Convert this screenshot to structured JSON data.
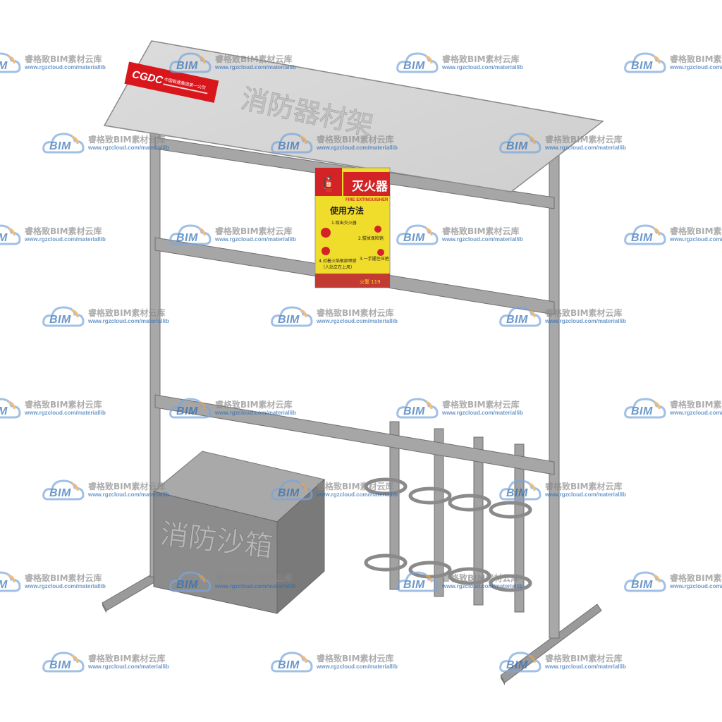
{
  "roof_sign": {
    "logo_text": "CGDC",
    "company_name": "中国能建集团第一公司",
    "title": "消防器材架"
  },
  "extinguisher_sign": {
    "header": "灭火器",
    "header_en": "FIRE EXTINGUISHER",
    "method_title": "使用方法",
    "steps": [
      "1.取出灭火器",
      "2.拔掉保险销",
      "3.一手握住压把",
      "4.对着火焰根部喷射"
    ],
    "note": "（人站立在上风）",
    "footer": "火警 119",
    "colors": {
      "yellow": "#f0dc2a",
      "red": "#d42326",
      "footer_red": "#c23a32"
    }
  },
  "sand_box": {
    "label": "消防沙箱"
  },
  "watermark": {
    "logo": "BIM",
    "title": "睿格致BIM素材云库",
    "url": "www.rgzcloud.com/materiallib",
    "colors": {
      "blue": "#2f6db5",
      "cloud_light": "#7aa6dc",
      "cloud_orange": "#f0a040"
    }
  },
  "colors": {
    "frame": "#a8a8a8",
    "frame_dark": "#8a8a8a",
    "roof_top": "#d6d6d6",
    "box_front": "#8c8c8c",
    "box_top": "#a9a9a9",
    "box_side": "#7a7a7a"
  }
}
